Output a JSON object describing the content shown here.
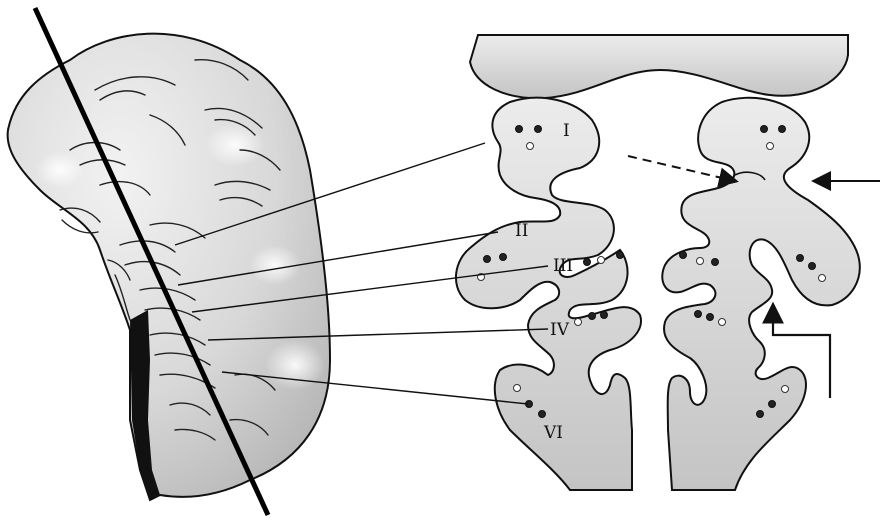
{
  "diagram": {
    "labels": {
      "lobule_1": "I",
      "lobule_2": "II",
      "lobule_3": "III",
      "lobule_4": "IV",
      "lobule_6": "VI"
    }
  }
}
